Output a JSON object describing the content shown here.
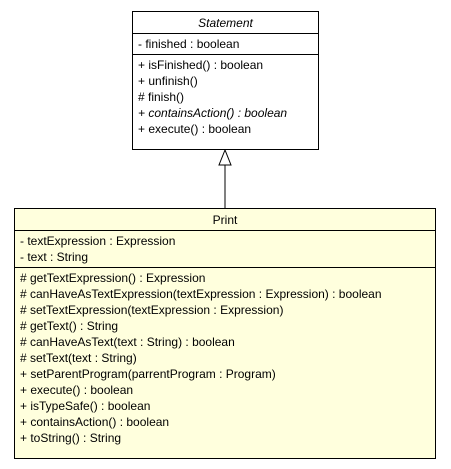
{
  "statement": {
    "name": "Statement",
    "attributes": [
      {
        "text": "- finished : boolean",
        "italic": false
      }
    ],
    "methods": [
      {
        "text": "+ isFinished() : boolean",
        "italic": false
      },
      {
        "text": "+ unfinish()",
        "italic": false
      },
      {
        "text": "# finish()",
        "italic": false
      },
      {
        "text": "+ containsAction() : boolean",
        "italic": true
      },
      {
        "text": "+ execute() : boolean",
        "italic": false
      }
    ]
  },
  "print": {
    "name": "Print",
    "attributes": [
      {
        "text": "- textExpression : Expression",
        "italic": false
      },
      {
        "text": "- text : String",
        "italic": false
      }
    ],
    "methods": [
      {
        "text": "# getTextExpression() : Expression",
        "italic": false
      },
      {
        "text": "# canHaveAsTextExpression(textExpression : Expression) : boolean",
        "italic": false
      },
      {
        "text": "# setTextExpression(textExpression : Expression)",
        "italic": false
      },
      {
        "text": "# getText() : String",
        "italic": false
      },
      {
        "text": "# canHaveAsText(text : String) : boolean",
        "italic": false
      },
      {
        "text": "# setText(text : String)",
        "italic": false
      },
      {
        "text": "+ setParentProgram(parrentProgram : Program)",
        "italic": false
      },
      {
        "text": "+ execute() : boolean",
        "italic": false
      },
      {
        "text": "+ isTypeSafe() : boolean",
        "italic": false
      },
      {
        "text": "+ containsAction() : boolean",
        "italic": false
      },
      {
        "text": "+ toString() : String",
        "italic": false
      }
    ]
  },
  "colors": {
    "abstract_class_fill": "#ffffff",
    "concrete_class_fill": "#ffffdd",
    "border": "#000000"
  }
}
